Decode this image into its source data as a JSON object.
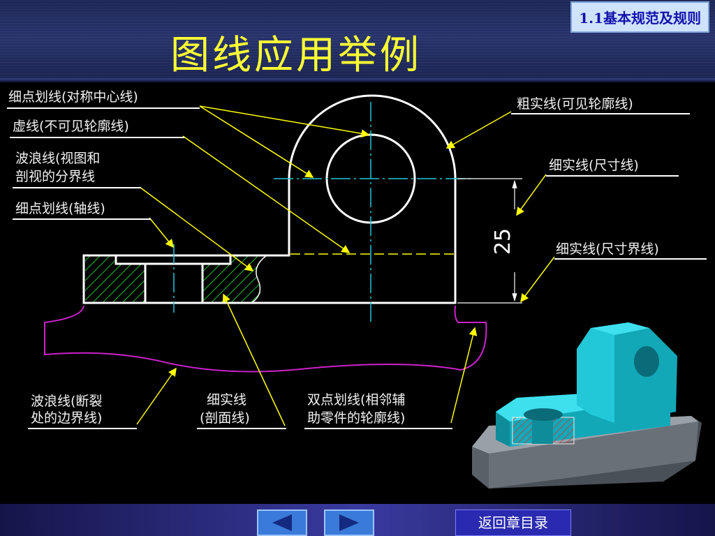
{
  "slide": {
    "title": "图线应用举例",
    "section_tag": "1.1基本规范及规则"
  },
  "labels": {
    "center_line": "细点划线(对称中心线)",
    "hidden_line": "虚线(不可见轮廓线)",
    "wavy_line_1": "波浪线(视图和",
    "wavy_line_2": "剖视的分界线",
    "axis_line": "细点划线(轴线)",
    "thick_line": "粗实线(可见轮廓线)",
    "dim_line": "细实线(尺寸线)",
    "ext_line": "细实线(尺寸界线)",
    "break_line_1": "波浪线(断裂",
    "break_line_2": "处的边界线)",
    "hatch_line_1": "细实线",
    "hatch_line_2": "(剖面线)",
    "phantom_line_1": "双点划线(相邻辅",
    "phantom_line_2": "助零件的轮廓线)"
  },
  "dimension": {
    "value": "25"
  },
  "footer": {
    "prev_icon": "triangle-left-icon",
    "next_icon": "triangle-right-icon",
    "back_label": "返回章目录"
  },
  "colors": {
    "title": "#ffff33",
    "outline": "#ffffff",
    "center_line": "#22c8d8",
    "hatch": "#22c030",
    "phantom": "#cc22cc",
    "leader": "#ffff00",
    "model_cyan": "#1ec8d8",
    "model_base": "#6a7078"
  }
}
